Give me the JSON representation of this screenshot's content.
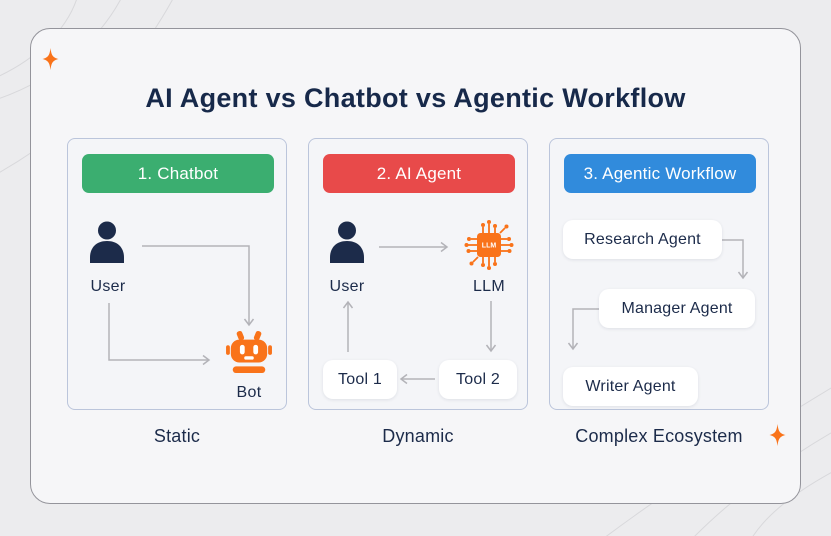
{
  "title": "AI Agent vs Chatbot vs Agentic Workflow",
  "panels": [
    {
      "header": "1. Chatbot",
      "header_color": "#3BAE70",
      "caption": "Static",
      "nodes": {
        "user": "User",
        "bot": "Bot"
      }
    },
    {
      "header": "2. AI Agent",
      "header_color": "#E84A4A",
      "caption": "Dynamic",
      "nodes": {
        "user": "User",
        "llm": "LLM",
        "tool1": "Tool 1",
        "tool2": "Tool 2"
      },
      "llm_chip_text": "LLM"
    },
    {
      "header": "3. Agentic Workflow",
      "header_color": "#318BDC",
      "caption": "Complex Ecosystem",
      "nodes": {
        "research": "Research Agent",
        "manager": "Manager Agent",
        "writer": "Writer Agent"
      }
    }
  ],
  "colors": {
    "page_background": "#ECECEE",
    "card_background": "#F6F6F8",
    "panel_border": "#BBC5DB",
    "navy_text": "#1C2B4A",
    "arrow_gray": "#B3B3B8",
    "icon_orange": "#F9731A",
    "chatbot_green": "#3BAE70",
    "ai_agent_red": "#E84A4A",
    "agentic_blue": "#318BDC"
  }
}
